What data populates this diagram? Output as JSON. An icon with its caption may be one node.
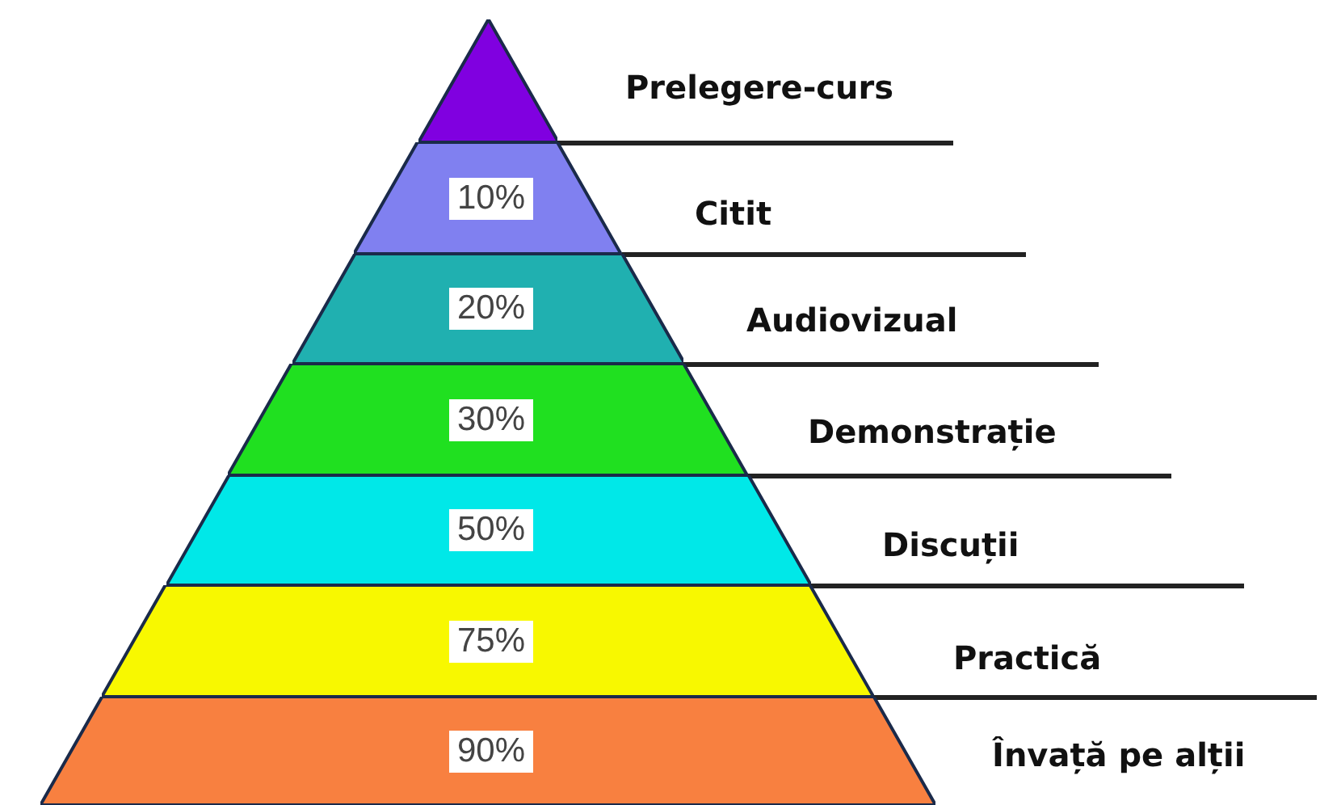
{
  "diagram": {
    "nodes": [
      {
        "text": [],
        "shape": "triangle"
      },
      {
        "text": [
          "10%"
        ]
      },
      {
        "text": [
          "20%"
        ]
      },
      {
        "text": [
          "30%"
        ]
      },
      {
        "text": [
          "50%"
        ]
      },
      {
        "text": [
          "75%"
        ]
      },
      {
        "text": [
          "90%"
        ]
      }
    ],
    "labels": [
      "Prelegere-curs",
      "Citit",
      "Audiovizual",
      "Demonstrație",
      "Discuții",
      "Practică",
      "Învață pe alții"
    ]
  }
}
